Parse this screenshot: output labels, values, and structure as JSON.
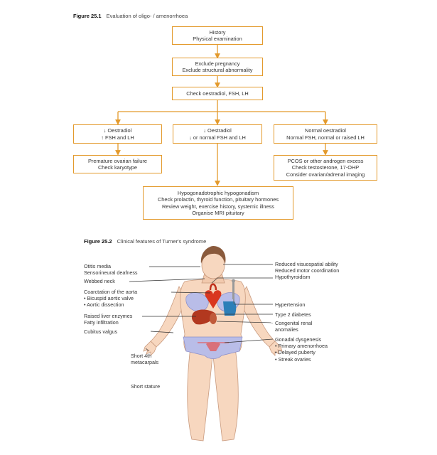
{
  "figure1": {
    "number": "Figure 25.1",
    "caption": "Evaluation of oligo- / amenorrhoea",
    "box_history": [
      "History",
      "Physical examination"
    ],
    "box_exclude": [
      "Exclude pregnancy",
      "Exclude structural abnormality"
    ],
    "box_check": [
      "Check oestradiol, FSH, LH"
    ],
    "box_left": [
      "↓ Oestradiol",
      "↑ FSH and LH"
    ],
    "box_middle": [
      "↓ Oestradiol",
      "↓ or normal FSH and LH"
    ],
    "box_right": [
      "Normal oestradiol",
      "Normal FSH, normal or raised LH"
    ],
    "box_pof": [
      "Premature ovarian failure",
      "Check karyotype"
    ],
    "box_pcos": [
      "PCOS or other androgen excess",
      "Check testosterone, 17-OHP",
      "Consider ovarian/adrenal imaging"
    ],
    "box_hypo": [
      "Hypogonadotrophic hypogonadism",
      "Check prolactin, thyroid function, pituitary hormones",
      "Review weight, exercise history, systemic illness",
      "Organise MRI pituitary"
    ]
  },
  "figure2": {
    "number": "Figure 25.2",
    "caption": "Clinical features of Turner's syndrome",
    "left_labels": {
      "otitis": [
        "Otitis media",
        "Sensorineural deafness"
      ],
      "webbed": [
        "Webbed neck"
      ],
      "coarct": [
        "Coarctation of the aorta",
        "• Bicuspid aortic valve",
        "• Aortic dissection"
      ],
      "liver": [
        "Raised liver enzymes",
        "Fatty infiltration"
      ],
      "cubitus": [
        "Cubitus valgus"
      ],
      "metacarpals": [
        "Short 4th",
        "metacarpals"
      ],
      "stature": [
        "Short stature"
      ]
    },
    "right_labels": {
      "visuo": [
        "Reduced visuospatial ability",
        "Reduced motor coordination",
        "Hypothyroidism"
      ],
      "hypertension": [
        "Hypertension"
      ],
      "diabetes": [
        "Type 2 diabetes"
      ],
      "renal": [
        "Congenital renal",
        "anomalies"
      ],
      "gonadal": [
        "Gonadal dysgenesis",
        "• Primary amenorrhoea",
        "• Delayed puberty",
        "• Streak ovaries"
      ]
    }
  },
  "colors": {
    "box_border": "#e39a2c",
    "arrow": "#e39a2c",
    "skin": "#f7d7bf",
    "underwear": "#b9bde8",
    "heart": "#d9361f",
    "liver": "#b2381f",
    "cuff": "#2d7fb8"
  }
}
